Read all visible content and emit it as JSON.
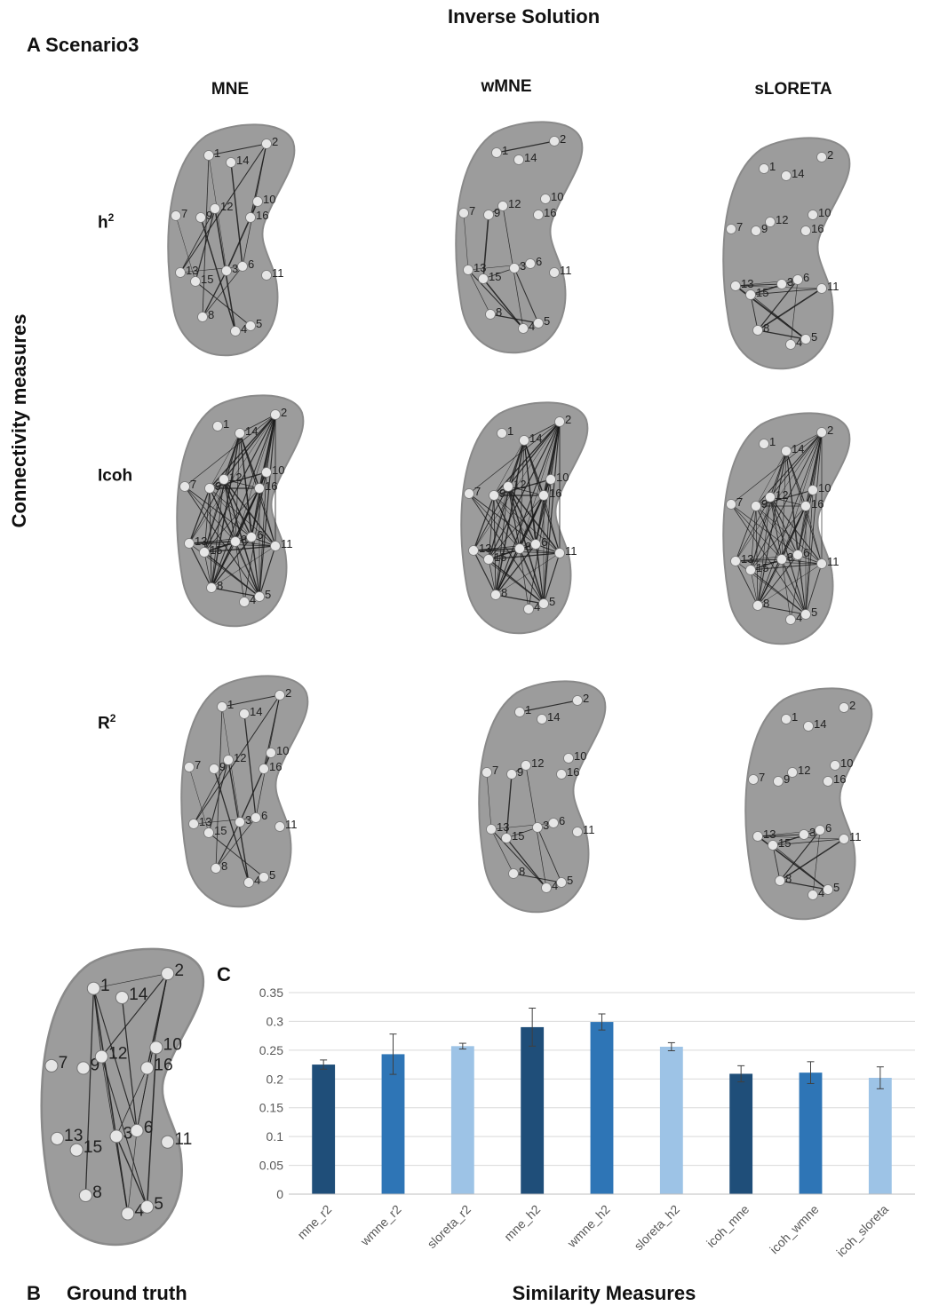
{
  "figure": {
    "title": "Inverse Solution",
    "panel_a_label": "A Scenario3",
    "panel_b_letter": "B",
    "panel_b_title": "Ground truth",
    "panel_c_label": "C",
    "y_axis_title": "Connectivity measures",
    "columns": [
      "MNE",
      "wMNE",
      "sLORETA"
    ],
    "rows": [
      {
        "label_main": "h",
        "label_sup": "2"
      },
      {
        "label_main": "Icoh",
        "label_sup": ""
      },
      {
        "label_main": "R",
        "label_sup": "2"
      }
    ],
    "region_labels": [
      "1",
      "2",
      "3",
      "4",
      "5",
      "6",
      "7",
      "8",
      "9",
      "10",
      "11",
      "12",
      "13",
      "14",
      "15",
      "16"
    ],
    "colors": {
      "brain": "#9c9c9c",
      "brain_edge": "#8a8a8a",
      "node": "#e6e6e6",
      "edge": "#1a1a1a"
    }
  },
  "chart_data": {
    "type": "bar",
    "xlabel": "Similarity Measures",
    "ylabel": "",
    "ylim": [
      0,
      0.35
    ],
    "yticks": [
      "0",
      "0.05",
      "0.1",
      "0.15",
      "0.2",
      "0.25",
      "0.3",
      "0.35"
    ],
    "grid": true,
    "categories": [
      "mne_r2",
      "wmne_r2",
      "sloreta_r2",
      "mne_h2",
      "wmne_h2",
      "sloreta_h2",
      "icoh_mne",
      "icoh_wmne",
      "icoh_sloreta"
    ],
    "values": [
      0.225,
      0.243,
      0.257,
      0.29,
      0.299,
      0.256,
      0.209,
      0.211,
      0.202
    ],
    "errors": [
      0.008,
      0.035,
      0.005,
      0.033,
      0.014,
      0.007,
      0.014,
      0.019,
      0.019
    ],
    "colors": [
      "#1f4e79",
      "#2e75b6",
      "#9dc3e6",
      "#1f4e79",
      "#2e75b6",
      "#9dc3e6",
      "#1f4e79",
      "#2e75b6",
      "#9dc3e6"
    ]
  }
}
